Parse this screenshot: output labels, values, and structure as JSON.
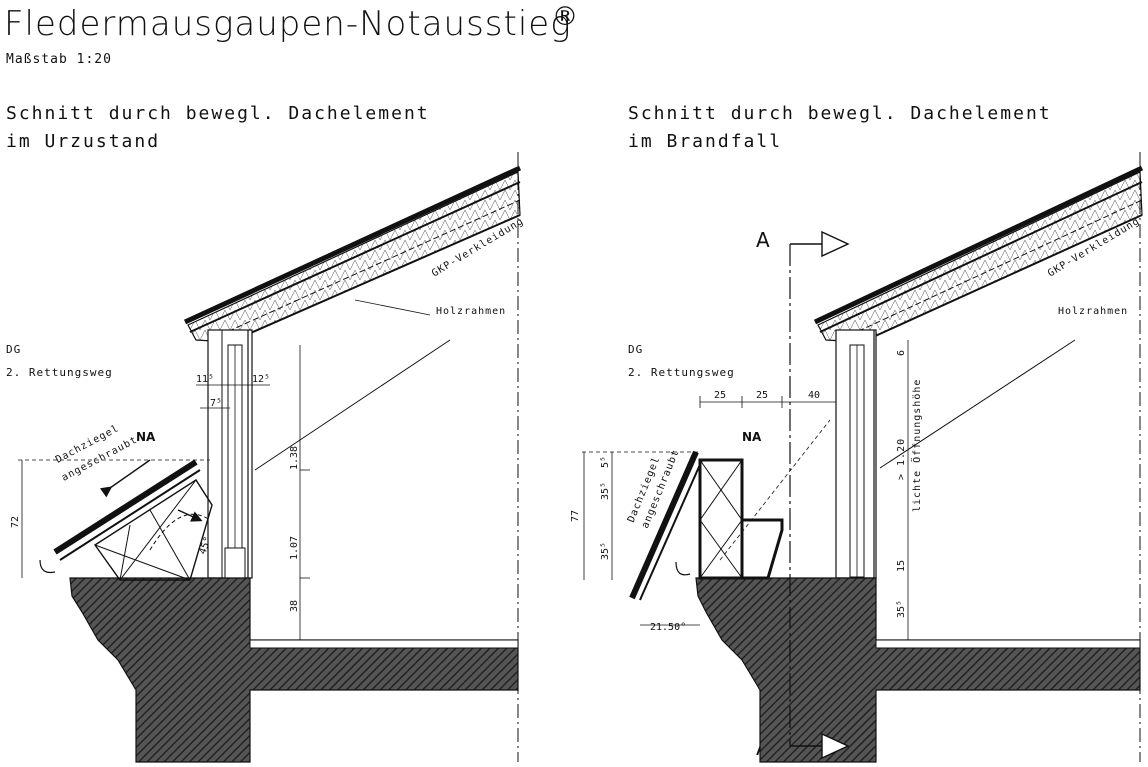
{
  "header": {
    "title": "Fledermausgaupen-Notausstieg",
    "registered": "®",
    "scale": "Maßstab 1:20"
  },
  "left": {
    "heading_line1": "Schnitt durch bewegl. Dachelement",
    "heading_line2": "im Urzustand",
    "floor_label": "DG",
    "escape_label": "2. Rettungsweg",
    "na_label": "NA",
    "tile_note_line1": "Dachziegel",
    "tile_note_line2": "angeschraubt",
    "gkp_label": "GKP-Verkleidung",
    "frame_label": "Holzrahmen",
    "dims": {
      "d1": "11⁵",
      "d2": "12⁵",
      "d3": "7⁵",
      "d4": "72",
      "d5": "1.38",
      "d6": "1.07",
      "d7": "38",
      "angle": "45°"
    }
  },
  "right": {
    "heading_line1": "Schnitt durch bewegl. Dachelement",
    "heading_line2": "im Brandfall",
    "floor_label": "DG",
    "escape_label": "2. Rettungsweg",
    "na_label": "NA",
    "tile_note_line1": "Dachziegel",
    "tile_note_line2": "angeschraubt",
    "gkp_label": "GKP-Verkleidung",
    "frame_label": "Holzrahmen",
    "section_top": "A",
    "section_bottom": "A",
    "opening_label": "lichte Öffnungshöhe",
    "opening_value": "> 1.20",
    "dims": {
      "h1": "25",
      "h2": "25",
      "h3": "40",
      "v1": "5⁵",
      "v2": "35⁵",
      "v3": "35⁵",
      "v4": "77",
      "v5": "6",
      "v6": "15",
      "v7": "35⁵",
      "angle": "21.50°"
    }
  }
}
